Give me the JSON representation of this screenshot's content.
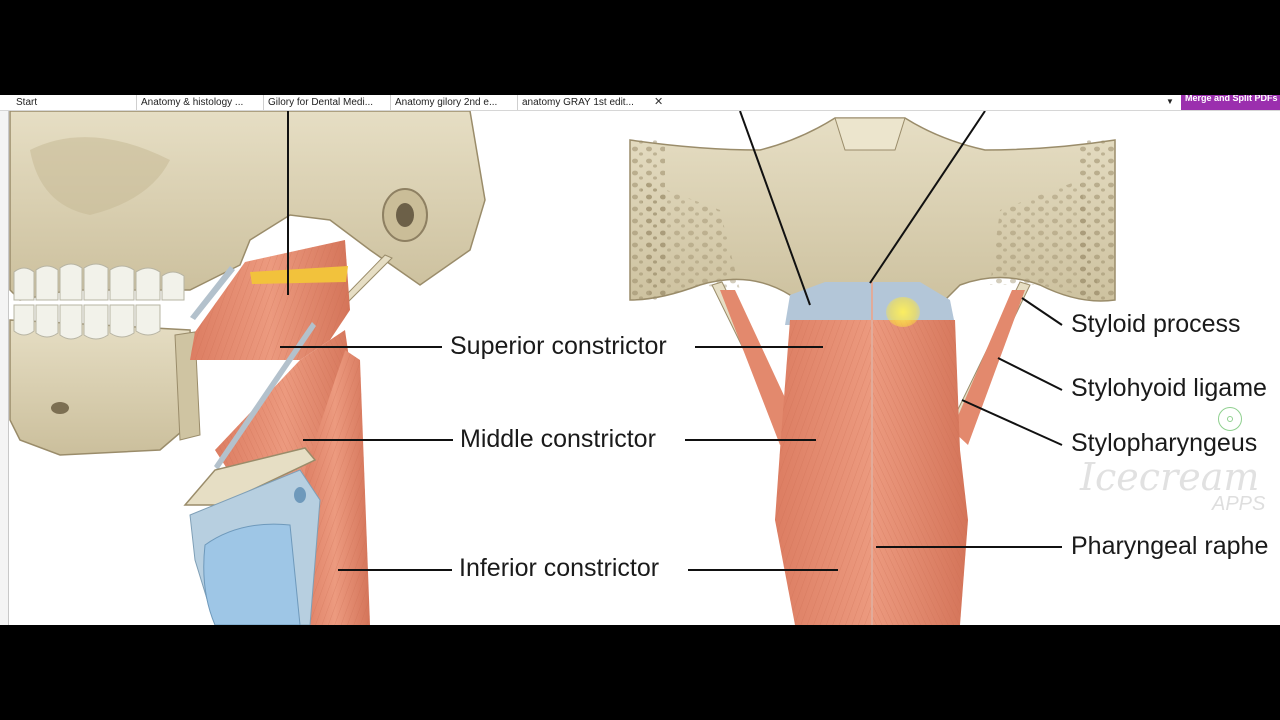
{
  "browser": {
    "tabs": [
      {
        "label": "Start"
      },
      {
        "label": "Anatomy & histology ..."
      },
      {
        "label": "Gilory for Dental Medi..."
      },
      {
        "label": "Anatomy gilory 2nd e..."
      },
      {
        "label": "anatomy GRAY 1st edit..."
      }
    ],
    "close_glyph": "✕",
    "scroll_glyph": "▼",
    "merge_button": "Merge and Split PDFs"
  },
  "figure": {
    "labels": {
      "superior_constrictor": "Superior constrictor",
      "middle_constrictor": "Middle constrictor",
      "inferior_constrictor": "Inferior constrictor",
      "styloid_process": "Styloid process",
      "stylohyoid_ligament": "Stylohyoid ligame",
      "stylopharyngeus": "Stylopharyngeus",
      "pharyngeal_raphe": "Pharyngeal raphe"
    }
  },
  "watermark": {
    "brand": "Icecream",
    "sub": "APPS"
  },
  "colors": {
    "bone": "#ddd3b6",
    "bone_shadow": "#b9ac88",
    "muscle": "#e58a6e",
    "muscle_dark": "#c9684d",
    "cartilage": "#9ec6e6",
    "tendon": "#b3c1cc",
    "accent_purple": "#9b2fae"
  }
}
